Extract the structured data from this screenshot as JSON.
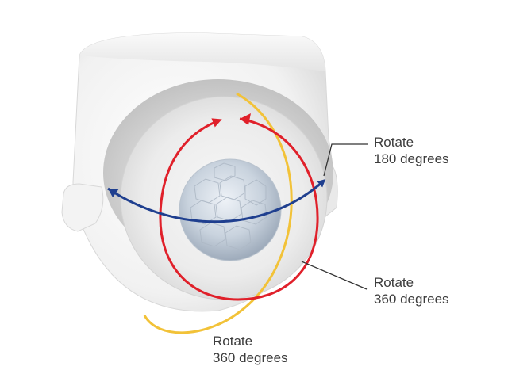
{
  "labels": {
    "rotate_180": {
      "line1": "Rotate",
      "line2": "180 degrees"
    },
    "rotate_360_right": {
      "line1": "Rotate",
      "line2": "360 degrees"
    },
    "rotate_360_bottom": {
      "line1": "Rotate",
      "line2": "360 degrees"
    }
  },
  "arrow_colors": {
    "horizontal": "#1f3f8f",
    "vertical": "#e0202a",
    "tilt": "#f2c238"
  },
  "subject": "motion-sensor-icon"
}
